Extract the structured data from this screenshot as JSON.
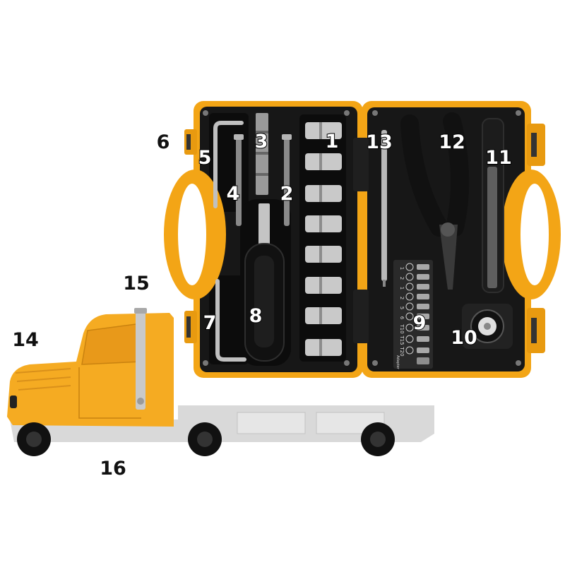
{
  "callouts": [
    "1",
    "2",
    "3",
    "4",
    "5",
    "6",
    "7",
    "8",
    "9",
    "10",
    "11",
    "12",
    "13",
    "14",
    "15",
    "16"
  ],
  "bit_holder": {
    "sizes": [
      "1",
      "2",
      "1",
      "2",
      "5",
      "6",
      "T10",
      "T15",
      "T20"
    ],
    "adapter": "Adapter"
  },
  "colors": {
    "case": "#f3a516",
    "interior": "#171717",
    "truck_cab": "#f5ab22",
    "chassis": "#d9d9d9",
    "metal": "#c4c4c4"
  }
}
